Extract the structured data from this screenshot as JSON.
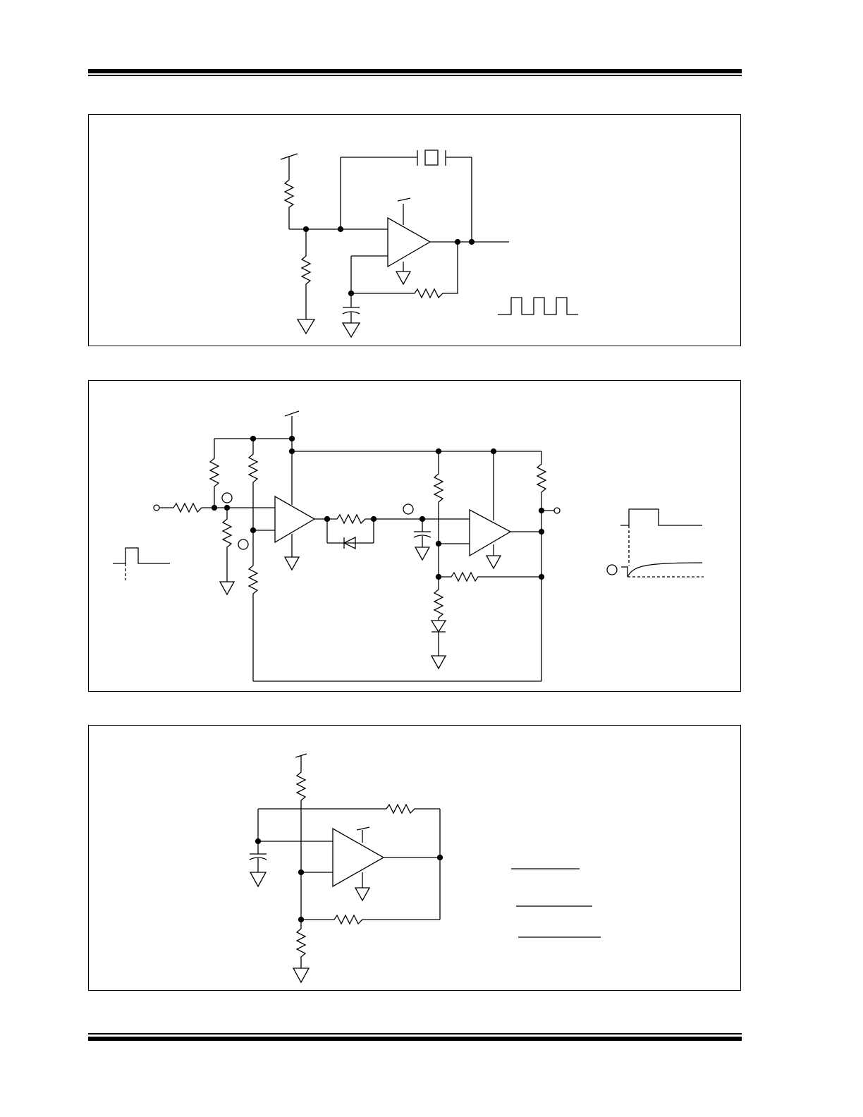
{
  "page": {
    "width": 1224,
    "height": 1584,
    "colors": {
      "ink": "#000000",
      "paper": "#ffffff"
    }
  },
  "figures": [
    {
      "id": "fig-crystal-oscillator",
      "components": [
        "crystal",
        "comparator",
        "resistor-pullup",
        "resistor-divider",
        "resistor-feedback",
        "capacitor",
        "ground-symbols",
        "square-wave-output"
      ]
    },
    {
      "id": "fig-one-shot",
      "components": [
        "comparator-1",
        "comparator-2",
        "resistors",
        "diodes",
        "capacitor",
        "input-pulse-waveform",
        "output-waveform"
      ]
    },
    {
      "id": "fig-rc-oscillator",
      "components": [
        "comparator",
        "resistors",
        "capacitor",
        "ground-symbols",
        "formula-lines"
      ]
    }
  ]
}
